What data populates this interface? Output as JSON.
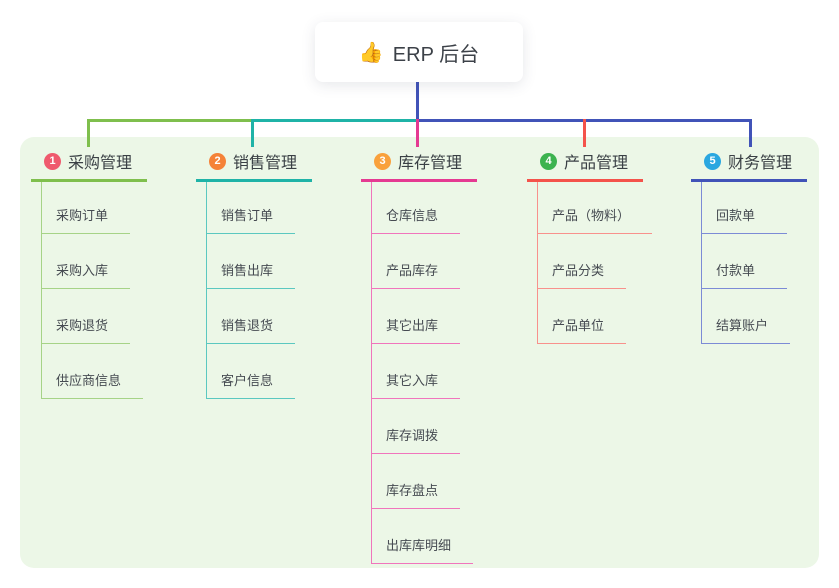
{
  "root": {
    "emoji": "👍",
    "label": "ERP 后台"
  },
  "panel_color": "#ecf7e7",
  "root_line_color": "#4153b8",
  "branches": [
    {
      "num": "1",
      "title": "采购管理",
      "color": "#7fbf4d",
      "sub_color": "#a6d387",
      "badge_color": "#ef5a6e",
      "items": [
        "采购订单",
        "采购入库",
        "采购退货",
        "供应商信息"
      ]
    },
    {
      "num": "2",
      "title": "销售管理",
      "color": "#1fb3a7",
      "sub_color": "#5bc8c0",
      "badge_color": "#f58238",
      "items": [
        "销售订单",
        "销售出库",
        "销售退货",
        "客户信息"
      ]
    },
    {
      "num": "3",
      "title": "库存管理",
      "color": "#e53a92",
      "sub_color": "#f075bc",
      "badge_color": "#f9a13c",
      "items": [
        "仓库信息",
        "产品库存",
        "其它出库",
        "其它入库",
        "库存调拨",
        "库存盘点",
        "出库库明细"
      ]
    },
    {
      "num": "4",
      "title": "产品管理",
      "color": "#f4534b",
      "sub_color": "#f8918c",
      "badge_color": "#3cb34f",
      "items": [
        "产品（物料）",
        "产品分类",
        "产品单位"
      ]
    },
    {
      "num": "5",
      "title": "财务管理",
      "color": "#4153b8",
      "sub_color": "#7c8bd6",
      "badge_color": "#2aa7e0",
      "items": [
        "回款单",
        "付款单",
        "结算账户"
      ]
    }
  ]
}
